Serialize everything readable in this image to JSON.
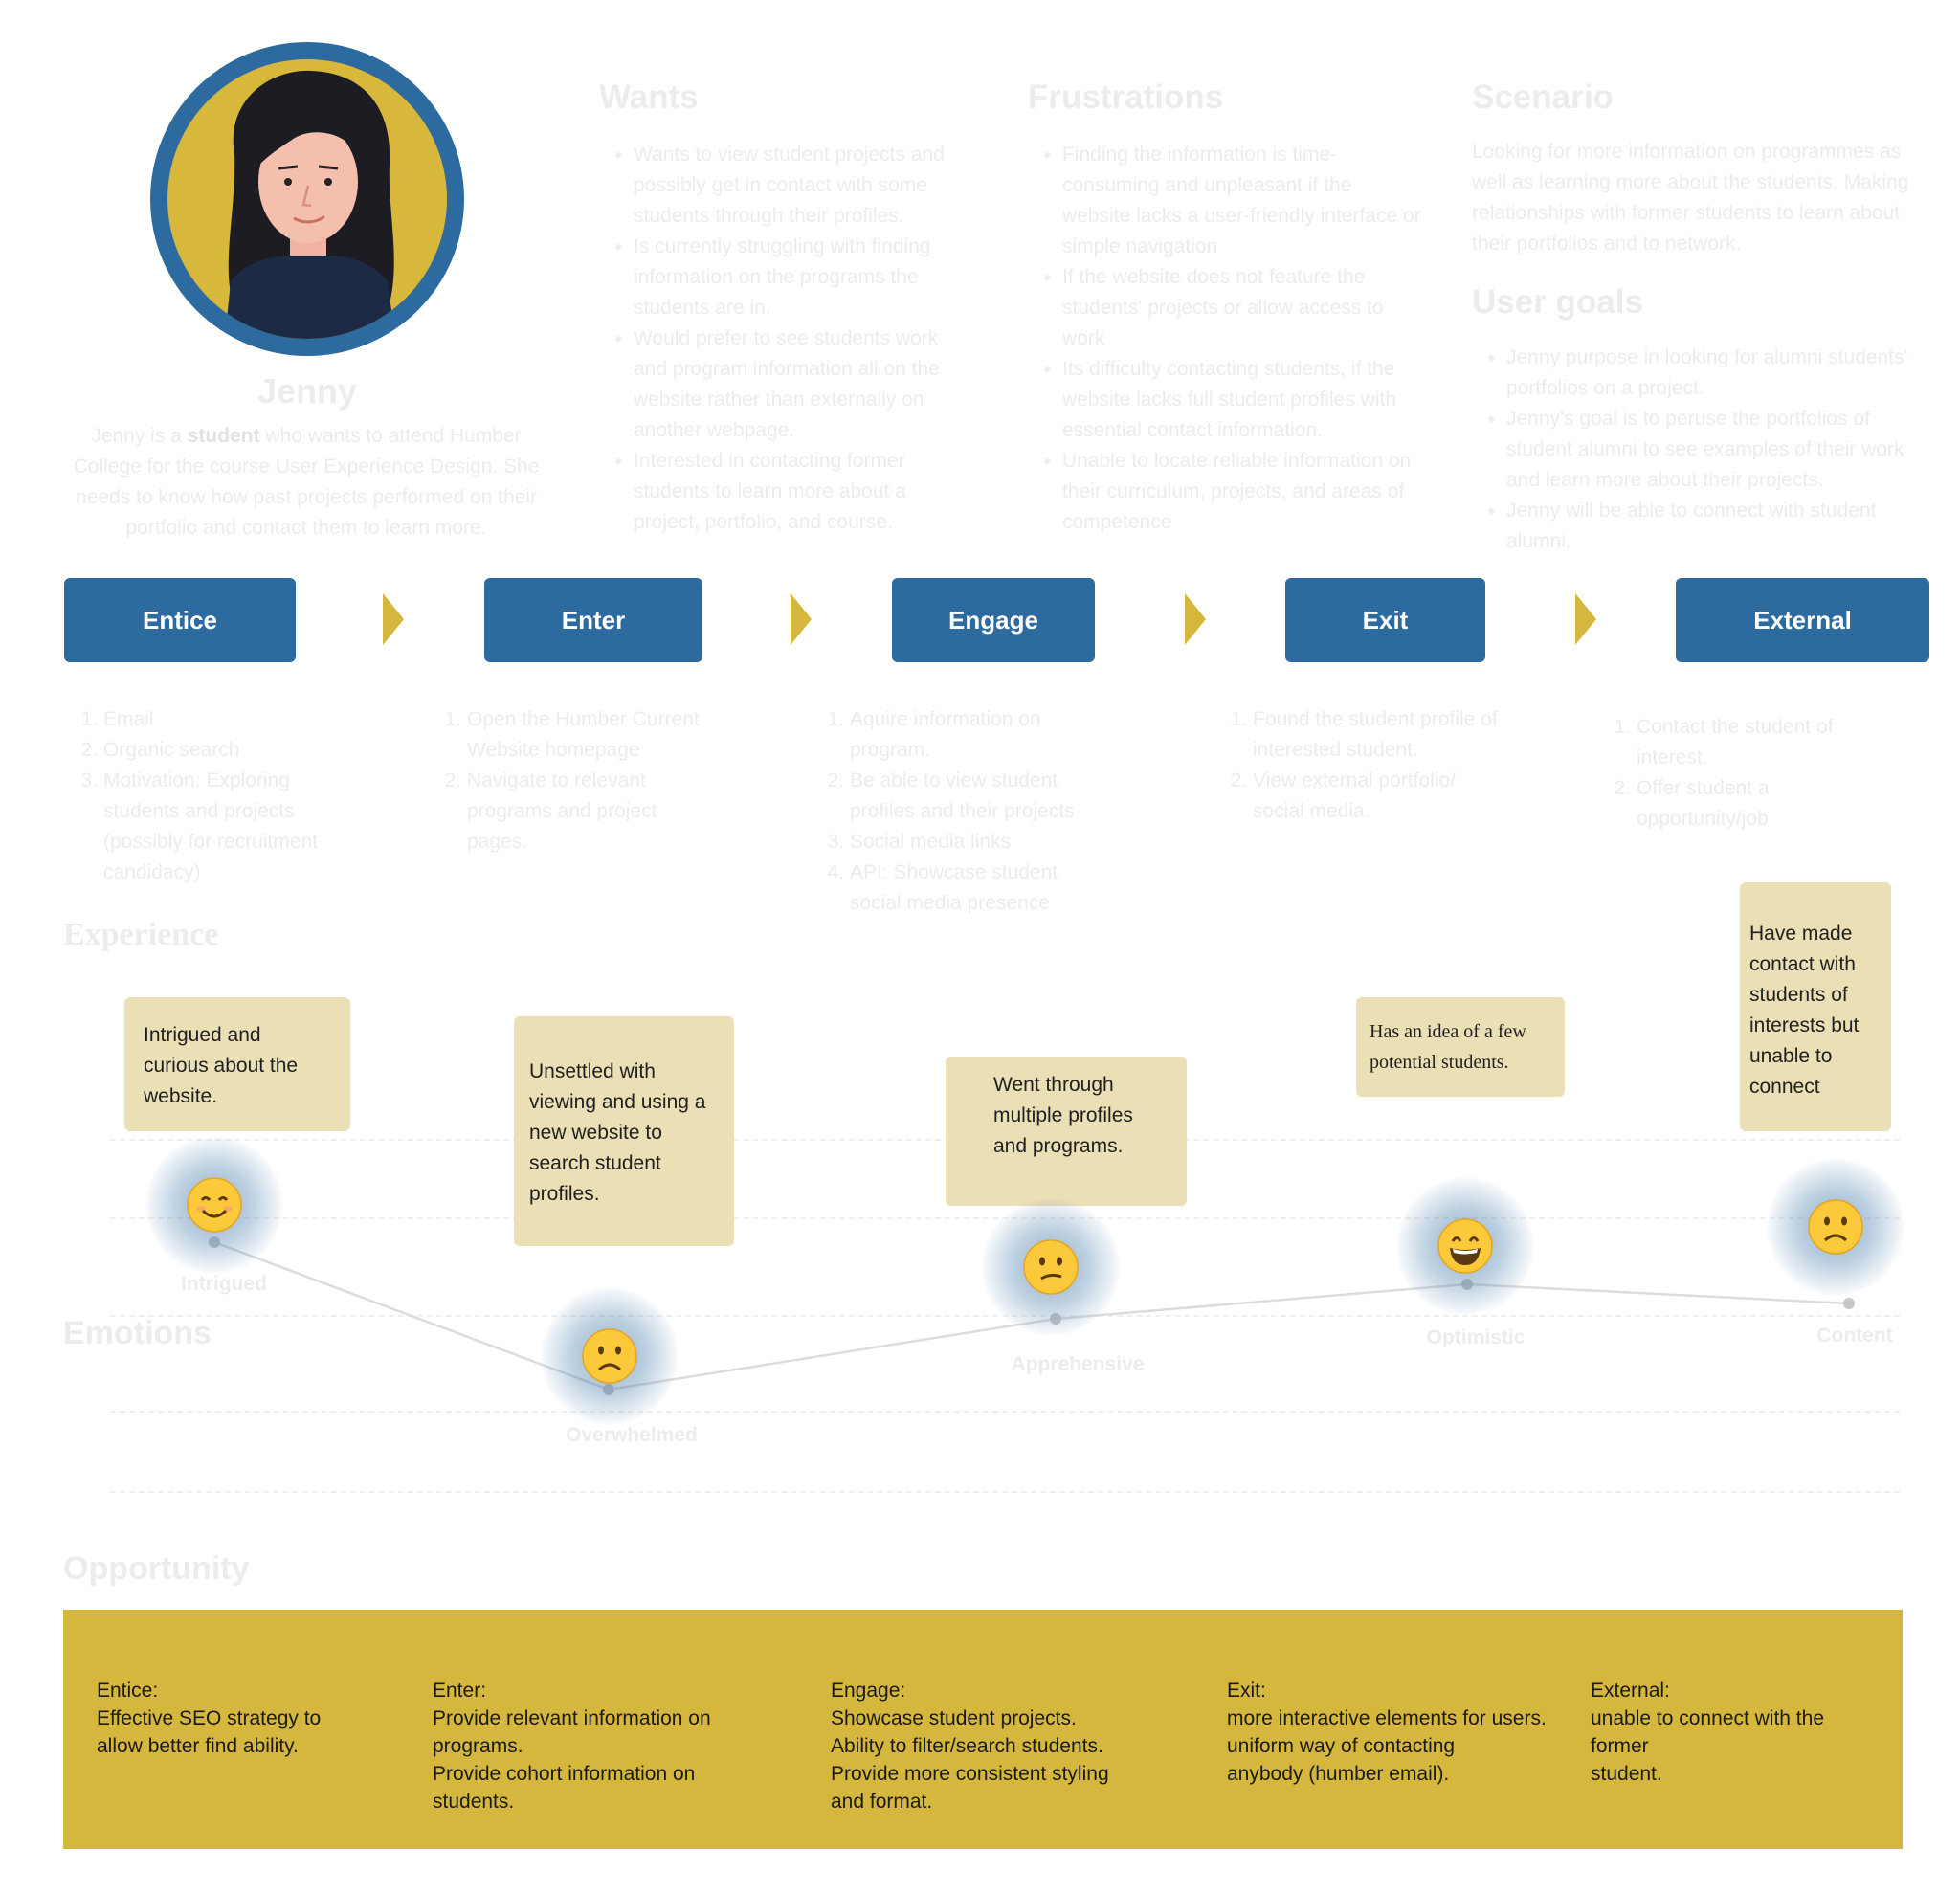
{
  "persona": {
    "name": "Jenny",
    "desc_prefix": "Jenny is a ",
    "desc_bold": "student",
    "desc_suffix": " who wants to attend Humber College for the course User Experience Design. She needs to know how past projects performed on their portfolio and contact them to learn more."
  },
  "wants": {
    "title": "Wants",
    "items": [
      "Wants to view student projects and possibly get in contact with some students through their profiles.",
      "Is currently struggling with finding information on the programs the students are in.",
      "Would prefer to see students work and program information all on the website rather than externally on another webpage.",
      "Interested in contacting former students to learn more about a project, portfolio, and course."
    ]
  },
  "frustrations": {
    "title": "Frustrations",
    "items": [
      "Finding the information is time-consuming and unpleasant if the website lacks a user-friendly interface or simple navigation",
      "If the website does not feature the students' projects or allow access to work",
      "Its difficulty contacting students, if the website lacks full student profiles with essential contact information.",
      "Unable to locate reliable information on their curriculum, projects, and areas of competence"
    ]
  },
  "scenario": {
    "title": "Scenario",
    "text": "Looking for more information on programmes as well as learning more about the students. Making relationships with former students to learn about their portfolios and to network."
  },
  "user_goals": {
    "title": "User goals",
    "items": [
      "Jenny purpose in looking for alumni students' portfolios on a project.",
      "Jenny's goal is to peruse the portfolios of student alumni to see examples of their work and learn more about their projects.",
      "Jenny will be able to connect with student alumni."
    ]
  },
  "stages": [
    {
      "label": "Entice",
      "steps": [
        "Email",
        "Organic search",
        "Motivation: Exploring students and projects (possibly for recruitment candidacy)"
      ]
    },
    {
      "label": "Enter",
      "steps": [
        "Open the Humber Current Website homepage",
        "Navigate to relevant programs and project pages."
      ]
    },
    {
      "label": "Engage",
      "steps": [
        "Aquire information on program.",
        "Be able to view student profiles and their projects",
        "Social media links",
        "API: Showcase student social media presence"
      ]
    },
    {
      "label": "Exit",
      "steps": [
        "Found the student profile of interested student.",
        "View external portfolio/ social media."
      ]
    },
    {
      "label": "External",
      "steps": [
        "Contact the student of interest.",
        "Offer student a opportunity/job"
      ]
    }
  ],
  "experience": {
    "label": "Experience",
    "notes": [
      "Intrigued and curious about the website.",
      "Unsettled with viewing and using a new website to search student profiles.",
      "Went through multiple profiles and programs.",
      "Has an idea of a few potential students.",
      "Have made contact with students of interests but unable to connect"
    ]
  },
  "emotions": {
    "label": "Emotions",
    "points": [
      {
        "label": "Intrigued",
        "emoji": "smile-emoji"
      },
      {
        "label": "Overwhelmed",
        "emoji": "frown-emoji"
      },
      {
        "label": "Apprehensive",
        "emoji": "confused-emoji"
      },
      {
        "label": "Optimistic",
        "emoji": "grin-emoji"
      },
      {
        "label": "Content",
        "emoji": "frown-emoji"
      }
    ]
  },
  "opportunity": {
    "label": "Opportunity",
    "items": [
      {
        "head": "Entice:",
        "body": "Effective SEO strategy to\nallow better find ability."
      },
      {
        "head": "Enter:",
        "body": "Provide relevant information on\nprograms.\nProvide cohort information on\nstudents."
      },
      {
        "head": "Engage:",
        "body": "Showcase student projects.\nAbility to filter/search students.\nProvide more consistent styling\n and format."
      },
      {
        "head": "Exit:",
        "body": "more interactive elements for users.\nuniform way of contacting\n anybody (humber email)."
      },
      {
        "head": "External:",
        "body": "unable to connect with the\nformer\nstudent."
      }
    ]
  },
  "colors": {
    "stage_blue": "#2d6a9f",
    "accent_gold": "#d6b73e",
    "note_beige": "#ebdfb5",
    "faint_text": "#ececec"
  }
}
